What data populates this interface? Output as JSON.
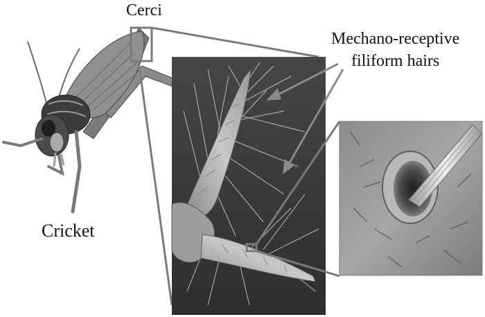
{
  "labels": {
    "cerci": "Cerci",
    "cricket": "Cricket",
    "mechano_line1": "Mechano-receptive",
    "mechano_line2": "filiform hairs"
  },
  "colors": {
    "callout": "#7a7a7a",
    "sem_background": "#3a3a3a",
    "insect_body": "#5b5b5b",
    "text": "#111111"
  }
}
